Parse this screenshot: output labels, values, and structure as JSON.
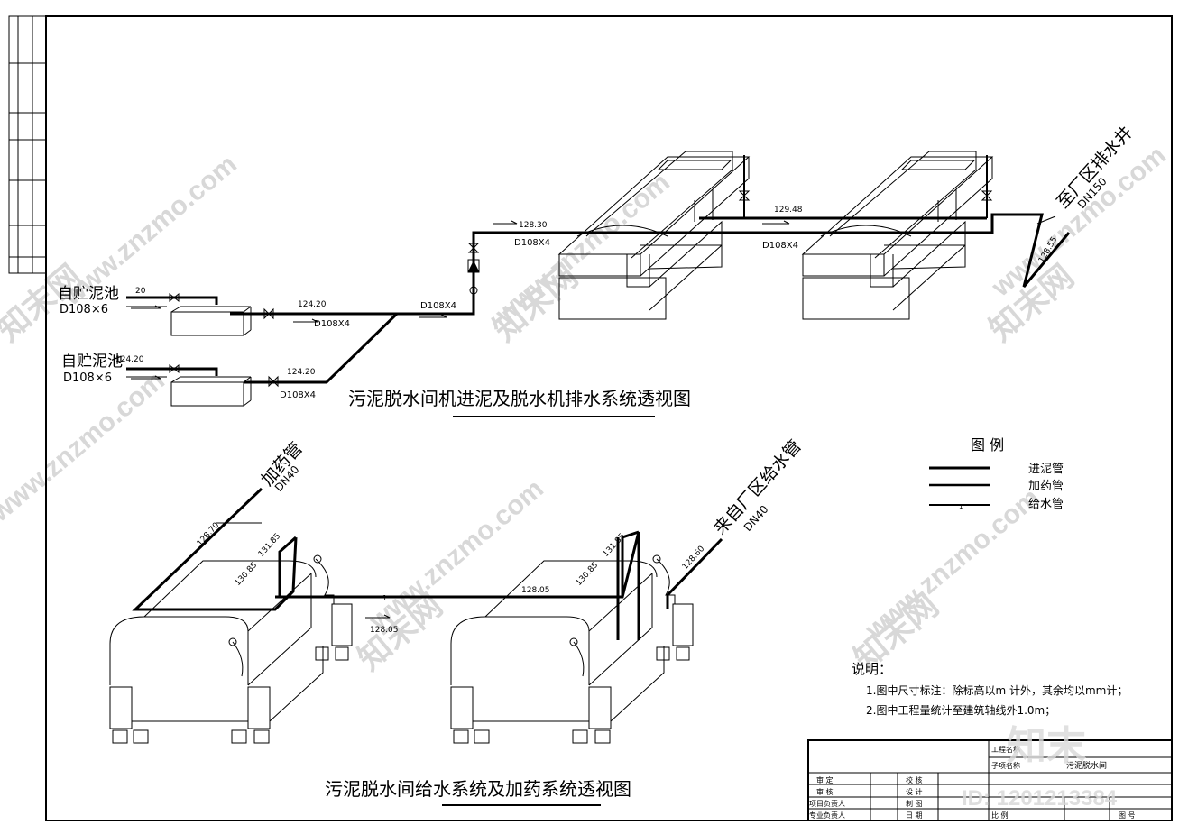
{
  "top": {
    "title": "污泥脱水间机进泥及脱水机排水系统透视图",
    "source1": "自贮泥池",
    "source1_size": "D108×6",
    "source1_elev": "20",
    "source2": "自贮泥池",
    "source2_size": "D108×6",
    "source2_elev": "124.20",
    "pipe_label": "D108X4",
    "elev_124": "124.20",
    "elev_128": "128.30",
    "elev_129": "129.48",
    "elev_128b": "128.55",
    "outlet": "至厂区排水井",
    "outlet_size": "DN150"
  },
  "bottom": {
    "title": "污泥脱水间给水系统及加药系统透视图",
    "dosing": "加药管",
    "dosing_size": "DN40",
    "water": "来自厂区给水管",
    "water_size": "DN40",
    "elev_12870": "128.70",
    "elev_13185": "131.85",
    "elev_13085": "130.85",
    "elev_12805": "128.05",
    "elev_12860": "128.60",
    "pipe_mark": "1"
  },
  "legend": {
    "title": "图  例",
    "items": [
      "进泥管",
      "加药管",
      "给水管"
    ],
    "mark": "1"
  },
  "notes": {
    "title": "说明：",
    "lines": [
      "1.图中尺寸标注：除标高以m 计外，其余均以mm计；",
      "2.图中工程量统计至建筑轴线外1.0m；"
    ]
  },
  "titleblock": {
    "project": "工程名称",
    "subproject": "子项名称",
    "subproject_value": "污泥脱水间",
    "left_labels": [
      "审  定",
      "审  核",
      "项目负责人",
      "专业负责人"
    ],
    "mid_labels": [
      "校  核",
      "设  计",
      "制  图",
      "日  期"
    ],
    "right_labels": [
      "比  例",
      "图  号"
    ]
  },
  "watermark": {
    "site": "www.znzmo.com",
    "brand": "知末网",
    "logo": "知末",
    "id": "ID: 1201213384"
  }
}
